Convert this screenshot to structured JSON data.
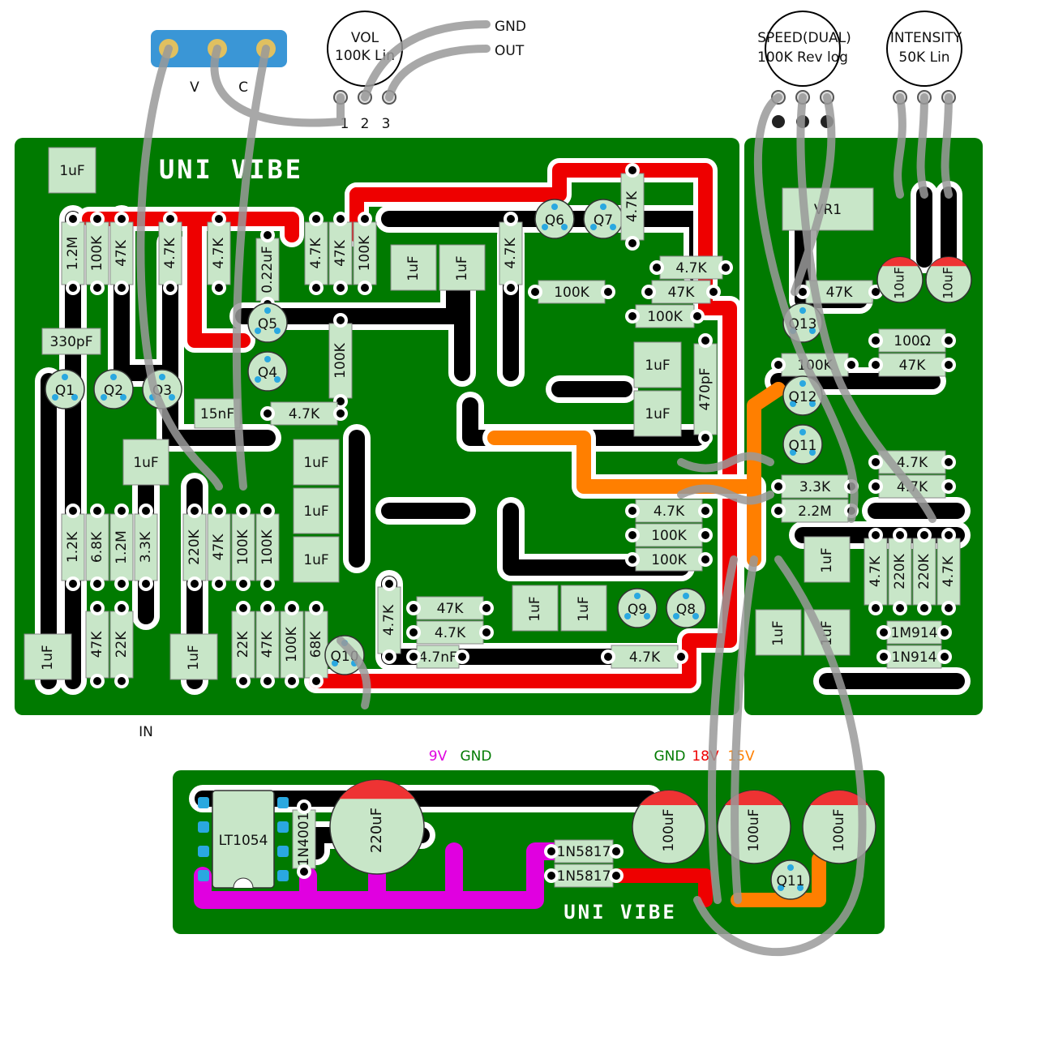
{
  "board": {
    "title": "UNI VIBE",
    "psu_title": "UNI VIBE"
  },
  "footswitch": {
    "labels": [
      "V",
      "C"
    ]
  },
  "pots": {
    "vol": {
      "name": "VOL",
      "value": "100K Lin",
      "pins": [
        "1",
        "2",
        "3"
      ]
    },
    "speed": {
      "name": "SPEED(DUAL)",
      "value": "100K Rev log"
    },
    "intensity": {
      "name": "INTENSITY",
      "value": "50K Lin"
    }
  },
  "wires": {
    "gnd": "GND",
    "out": "OUT",
    "in": "IN"
  },
  "power": {
    "v9": "9V",
    "gnd1": "GND",
    "gnd2": "GND",
    "v18": "18V",
    "v15": "15V",
    "colors": {
      "v9": "#e000e0",
      "gnd": "#007a00",
      "v18": "#ee0000",
      "v15": "#ff7f00"
    }
  },
  "colors": {
    "pcb": "#007a00",
    "trace": "#000000",
    "red": "#ee0000",
    "orange": "#ff7f00",
    "magenta": "#e000e0",
    "part": "#c8e6c8",
    "wire": "#999999"
  },
  "parts": {
    "c_1uf_top": "1uF",
    "r_12m_a": "1.2M",
    "r_100k_a": "100K",
    "r_47k_a": "47K",
    "r_47k_b": "4.7K",
    "r_47k_c": "4.7K",
    "c_022": "0.22uF",
    "r_47k_d": "4.7K",
    "r_47k_e": "47K",
    "r_100k_b": "100K",
    "c_1uf_a": "1uF",
    "c_1uf_b": "1uF",
    "r_47k_f": "4.7K",
    "q6": "Q6",
    "q7": "Q7",
    "r_47k_g": "4.7K",
    "r_47k_h": "4.7K",
    "r_100k_c": "100K",
    "r_47k_i": "47K",
    "r_100k_d": "100K",
    "c_330p": "330pF",
    "q5": "Q5",
    "q4": "Q4",
    "r_100k_e": "100K",
    "q1": "Q1",
    "q2": "Q2",
    "q3": "Q3",
    "c_15n": "15nF",
    "r_47k_j": "4.7K",
    "c_1uf_c": "1uF",
    "c_1uf_d": "1uF",
    "c_470p": "470pF",
    "c_1uf_e": "1uF",
    "c_1uf_f": "1uF",
    "c_1uf_g": "1uF",
    "c_1uf_h": "1uF",
    "r_12k": "1.2K",
    "r_68k": "6.8K",
    "r_12m_b": "1.2M",
    "r_33k_a": "3.3K",
    "r_220k_a": "220K",
    "r_47k_k": "47K",
    "r_100k_f": "100K",
    "r_100k_g": "100K",
    "r_47k_l": "4.7K",
    "r_100k_h": "100K",
    "r_100k_i": "100K",
    "c_1uf_in": "1uF",
    "r_47k_m": "47K",
    "r_22k_a": "22K",
    "c_1uf_i": "1uF",
    "r_22k_b": "22K",
    "r_47k_n": "47K",
    "r_100k_j": "100K",
    "r_68k_b": "68K",
    "q10": "Q10",
    "r_47k_o": "4.7K",
    "r_47k_p": "47K",
    "r_47k_q": "4.7K",
    "c_47n": "4.7nF",
    "c_1uf_j": "1uF",
    "c_1uf_k": "1uF",
    "q9": "Q9",
    "q8": "Q8",
    "r_47k_r": "4.7K",
    "vr1": "VR1",
    "r_47k_s": "47K",
    "c_10u_a": "10uF",
    "c_10u_b": "10uF",
    "q13": "Q13",
    "r_100_ohm": "100Ω",
    "r_100k_k": "100K",
    "r_47k_t": "47K",
    "q12": "Q12",
    "q11": "Q11",
    "r_47k_u": "4.7K",
    "r_47k_v": "4.7K",
    "r_33k_b": "3.3K",
    "r_22m": "2.2M",
    "c_1uf_l": "1uF",
    "r_47k_w": "4.7K",
    "r_220k_b": "220K",
    "r_220k_c": "220K",
    "r_47k_x": "4.7K",
    "c_1uf_m": "1uF",
    "c_1uf_n": "1uF",
    "d_1n914_a": "1M914",
    "d_1n914_b": "1N914",
    "ic": "LT1054",
    "d_1n4001": "1N4001",
    "c_220u": "220uF",
    "d_1n5817_a": "1N5817",
    "d_1n5817_b": "1N5817",
    "c_100u_a": "100uF",
    "c_100u_b": "100uF",
    "c_100u_c": "100uF",
    "q11_psu": "Q11"
  }
}
